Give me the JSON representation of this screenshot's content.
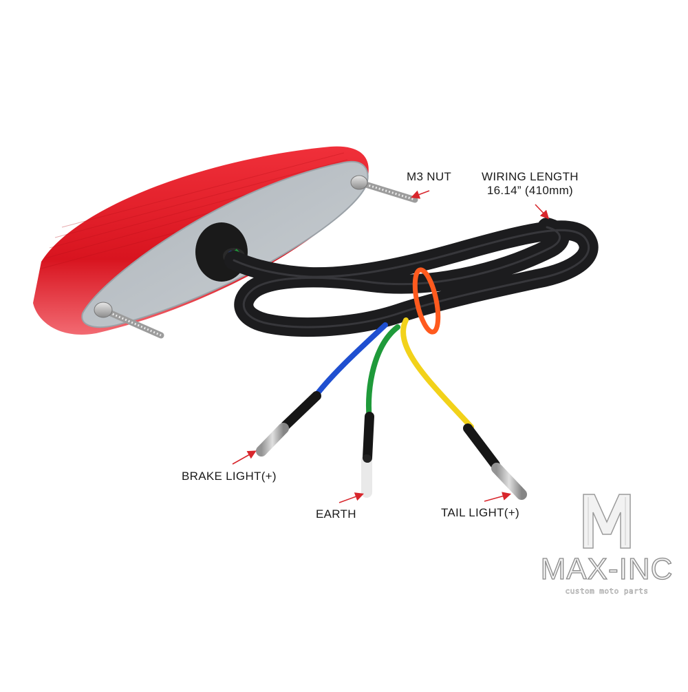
{
  "labels": {
    "m3_nut": "M3 NUT",
    "wiring_length_line1": "WIRING LENGTH",
    "wiring_length_line2": "16.14” (410mm)",
    "brake_light": "BRAKE LIGHT(+)",
    "earth": "EARTH",
    "tail_light": "TAIL LIGHT(+)"
  },
  "logo": {
    "mark": "M",
    "name": "MAX-INC",
    "tagline": "custom moto parts"
  },
  "colors": {
    "lens_red": "#e0202a",
    "base_grey": "#b9bfc4",
    "cable_black": "#1c1c1e",
    "wire_blue": "#1f4fd0",
    "wire_green": "#1f9a3a",
    "wire_yellow": "#f2d21a",
    "tie_orange": "#ff5a1e",
    "arrow_red": "#d8262c"
  }
}
